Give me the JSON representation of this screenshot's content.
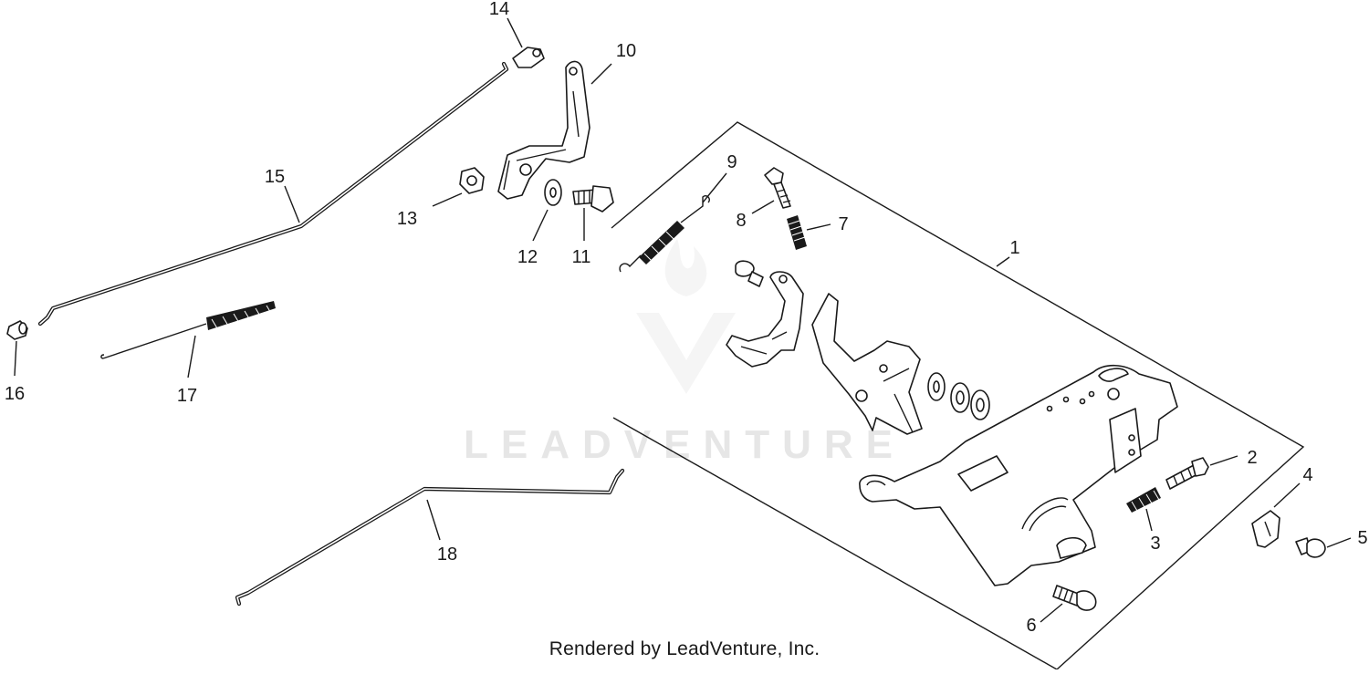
{
  "diagram": {
    "watermark": "LEADVENTURE",
    "caption": "Rendered by LeadVenture, Inc.",
    "callouts": [
      {
        "id": "1",
        "label": "1"
      },
      {
        "id": "2",
        "label": "2"
      },
      {
        "id": "3",
        "label": "3"
      },
      {
        "id": "4",
        "label": "4"
      },
      {
        "id": "5",
        "label": "5"
      },
      {
        "id": "6",
        "label": "6"
      },
      {
        "id": "7",
        "label": "7"
      },
      {
        "id": "8",
        "label": "8"
      },
      {
        "id": "9",
        "label": "9"
      },
      {
        "id": "10",
        "label": "10"
      },
      {
        "id": "11",
        "label": "11"
      },
      {
        "id": "12",
        "label": "12"
      },
      {
        "id": "13",
        "label": "13"
      },
      {
        "id": "14",
        "label": "14"
      },
      {
        "id": "15",
        "label": "15"
      },
      {
        "id": "16",
        "label": "16"
      },
      {
        "id": "17",
        "label": "17"
      },
      {
        "id": "18",
        "label": "18"
      }
    ]
  }
}
